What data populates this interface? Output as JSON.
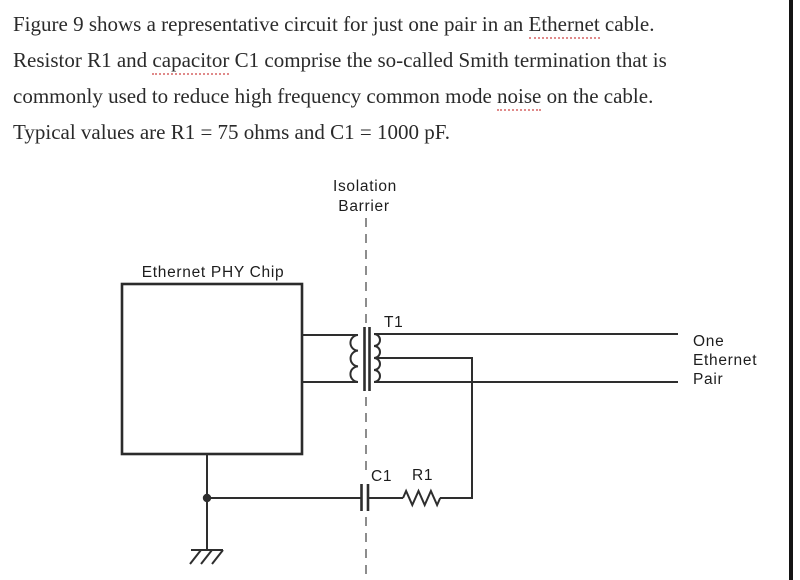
{
  "paragraph": {
    "lines": [
      {
        "segments": [
          {
            "text": "Figure 9 shows a representative circuit for just one pair in an ",
            "misspelled": false
          },
          {
            "text": "Ethernet",
            "misspelled": true
          },
          {
            "text": " cable.",
            "misspelled": false
          }
        ]
      },
      {
        "segments": [
          {
            "text": "Resistor R1 and ",
            "misspelled": false
          },
          {
            "text": "capacitor",
            "misspelled": true
          },
          {
            "text": " C1 comprise the so-called Smith termination that is",
            "misspelled": false
          }
        ]
      },
      {
        "segments": [
          {
            "text": "commonly used to reduce high frequency common mode ",
            "misspelled": false
          },
          {
            "text": "noise",
            "misspelled": true
          },
          {
            "text": " on the cable.",
            "misspelled": false
          }
        ]
      },
      {
        "segments": [
          {
            "text": "Typical values are R1 = 75 ohms and C1 = 1000 pF.",
            "misspelled": false
          }
        ]
      }
    ]
  },
  "diagram": {
    "isolation_barrier": {
      "line1": "Isolation",
      "line2": "Barrier"
    },
    "chip_label": "Ethernet PHY Chip",
    "transformer_label": "T1",
    "pair_label": {
      "line1": "One",
      "line2": "Ethernet",
      "line3": "Pair"
    },
    "capacitor_label": "C1",
    "resistor_label": "R1"
  },
  "colors": {
    "background": "#ffffff",
    "body_text": "#2a2a2a",
    "diagram_text": "#1d1d1d",
    "wire": "#2e2e2e",
    "dashed_barrier": "#8d8d8d",
    "spellcheck_underline": "#e08a8a",
    "right_edge_bar": "#141414"
  }
}
